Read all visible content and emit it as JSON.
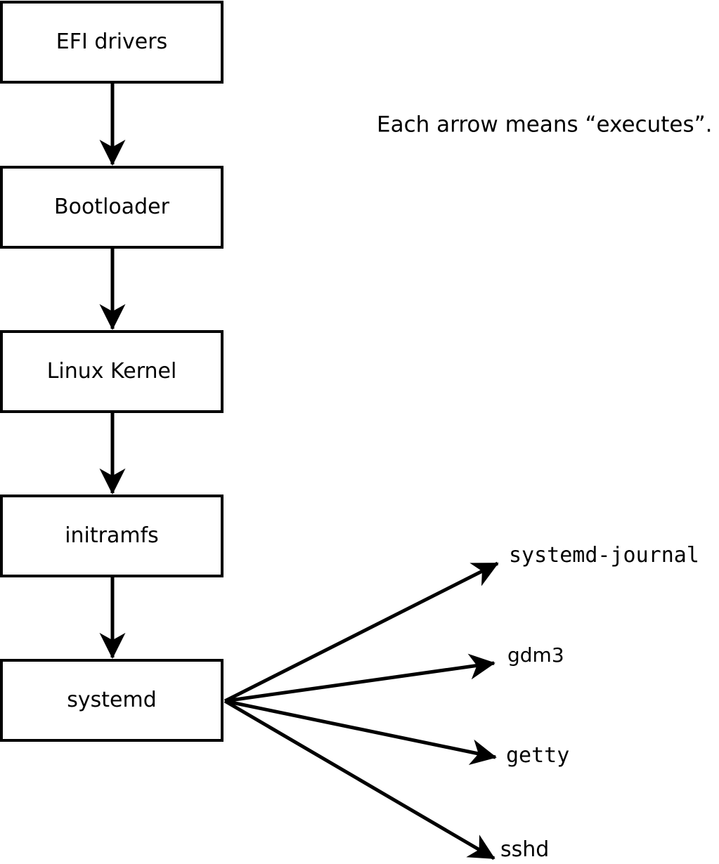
{
  "annotation": {
    "text": "Each arrow means “executes”."
  },
  "nodes": [
    {
      "id": "efi-drivers",
      "label": "EFI drivers"
    },
    {
      "id": "bootloader",
      "label": "Bootloader"
    },
    {
      "id": "linux-kernel",
      "label": "Linux Kernel"
    },
    {
      "id": "initramfs",
      "label": "initramfs"
    },
    {
      "id": "systemd",
      "label": "systemd"
    }
  ],
  "processes": [
    {
      "id": "systemd-journal",
      "label": "systemd-journal"
    },
    {
      "id": "gdm3",
      "label": "gdm3"
    },
    {
      "id": "getty",
      "label": "getty"
    },
    {
      "id": "sshd",
      "label": "sshd"
    }
  ],
  "arrow_meaning": "executes",
  "colors": {
    "line": "#000000",
    "box_border": "#000000",
    "box_fill": "#ffffff",
    "background": "#ffffff",
    "text": "#000000"
  }
}
